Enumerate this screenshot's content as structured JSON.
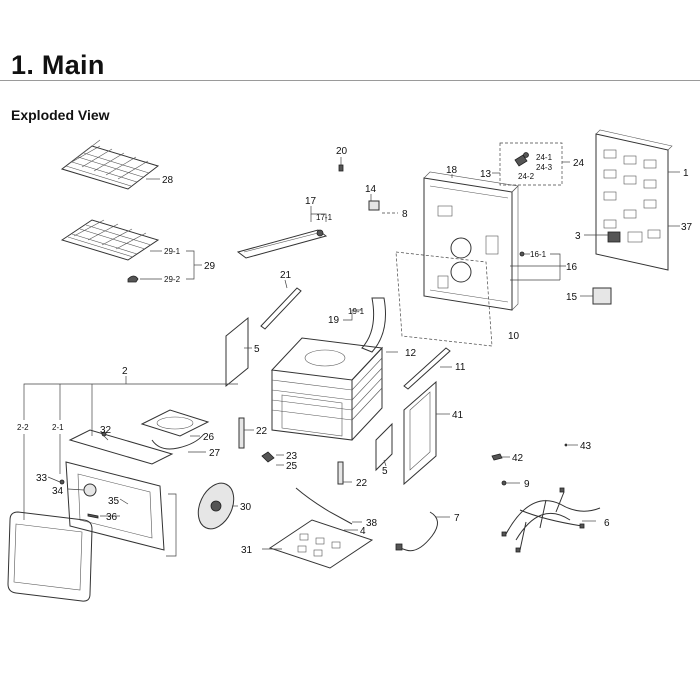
{
  "header": {
    "title": "1.  Main",
    "subtitle": "Exploded View"
  },
  "callouts": {
    "c1": "1",
    "c2": "2",
    "c2_1": "2-1",
    "c2_2": "2-2",
    "c3": "3",
    "c4": "4",
    "c5a": "5",
    "c5b": "5",
    "c6": "6",
    "c7": "7",
    "c8": "8",
    "c9": "9",
    "c10": "10",
    "c11": "11",
    "c12": "12",
    "c13": "13",
    "c14": "14",
    "c15": "15",
    "c16": "16",
    "c16_1": "16-1",
    "c17": "17",
    "c17_1": "17-1",
    "c18": "18",
    "c19": "19",
    "c19_1": "19-1",
    "c20": "20",
    "c21": "21",
    "c22a": "22",
    "c22b": "22",
    "c23": "23",
    "c24": "24",
    "c24_1": "24-1",
    "c24_2": "24-2",
    "c24_3": "24-3",
    "c25": "25",
    "c26": "26",
    "c27": "27",
    "c28": "28",
    "c29": "29",
    "c29_1": "29-1",
    "c29_2": "29-2",
    "c30": "30",
    "c31": "31",
    "c32": "32",
    "c33": "33",
    "c34": "34",
    "c35": "35",
    "c36": "36",
    "c37": "37",
    "c38": "38",
    "c41": "41",
    "c42": "42",
    "c43": "43"
  }
}
